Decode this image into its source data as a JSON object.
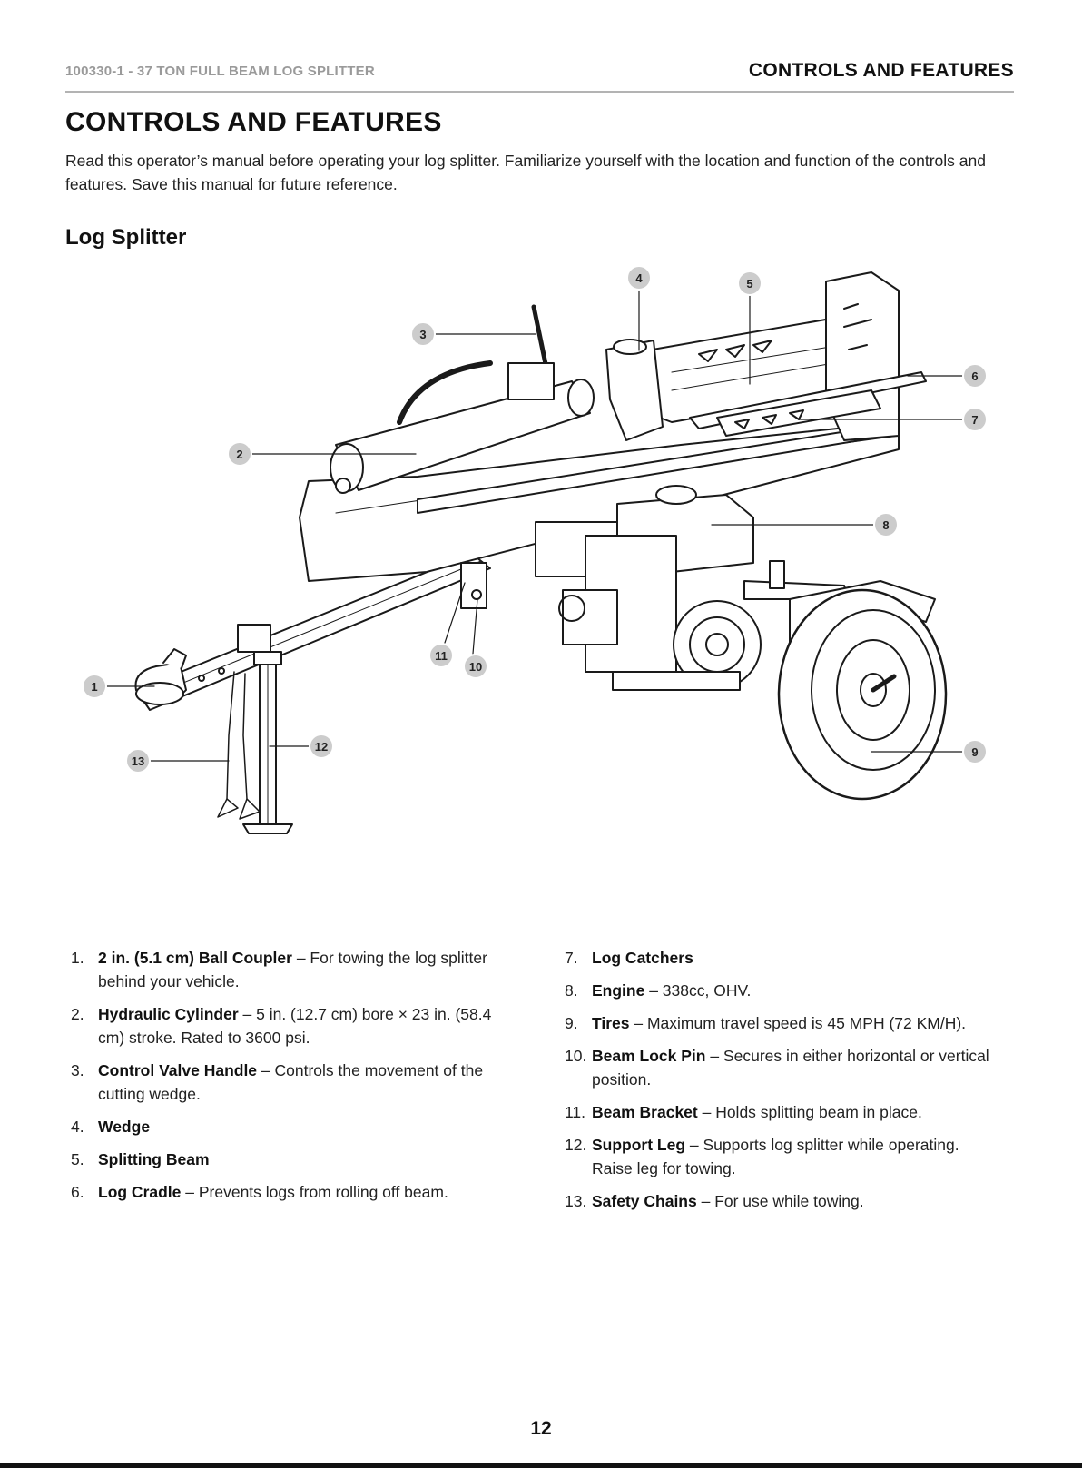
{
  "header": {
    "doc_id": "100330-1 - 37 TON FULL BEAM LOG SPLITTER",
    "section": "CONTROLS AND FEATURES"
  },
  "page_title": "CONTROLS AND FEATURES",
  "intro": "Read this operator’s manual before operating your log splitter. Familiarize yourself with the location and function of the controls and features. Save this manual for future reference.",
  "subsection_title": "Log Splitter",
  "figure": {
    "callouts": [
      "1",
      "2",
      "3",
      "4",
      "5",
      "6",
      "7",
      "8",
      "9",
      "10",
      "11",
      "12",
      "13"
    ]
  },
  "legend": {
    "left": [
      {
        "num": "1.",
        "term": "2 in. (5.1 cm) Ball Coupler",
        "desc": " – For towing the log splitter behind your vehicle."
      },
      {
        "num": "2.",
        "term": "Hydraulic Cylinder",
        "desc": " – 5 in. (12.7 cm) bore × 23 in. (58.4 cm) stroke. Rated to 3600 psi."
      },
      {
        "num": "3.",
        "term": "Control Valve Handle",
        "desc": " – Controls the movement of the cutting wedge."
      },
      {
        "num": "4.",
        "term": "Wedge",
        "desc": ""
      },
      {
        "num": "5.",
        "term": "Splitting Beam",
        "desc": ""
      },
      {
        "num": "6.",
        "term": "Log Cradle",
        "desc": " – Prevents logs from rolling off beam."
      }
    ],
    "right": [
      {
        "num": "7.",
        "term": "Log Catchers",
        "desc": ""
      },
      {
        "num": "8.",
        "term": "Engine",
        "desc": " – 338cc, OHV."
      },
      {
        "num": "9.",
        "term": "Tires",
        "desc": " – Maximum travel speed is 45 MPH (72 KM/H)."
      },
      {
        "num": "10.",
        "term": "Beam Lock Pin",
        "desc": " – Secures in either horizontal or vertical position."
      },
      {
        "num": "11.",
        "term": "Beam Bracket",
        "desc": " – Holds splitting beam in place."
      },
      {
        "num": "12.",
        "term": "Support Leg",
        "desc": " – Supports log splitter while operating. Raise leg for towing."
      },
      {
        "num": "13.",
        "term": "Safety Chains",
        "desc": " – For use while towing."
      }
    ]
  },
  "page_number": "12"
}
